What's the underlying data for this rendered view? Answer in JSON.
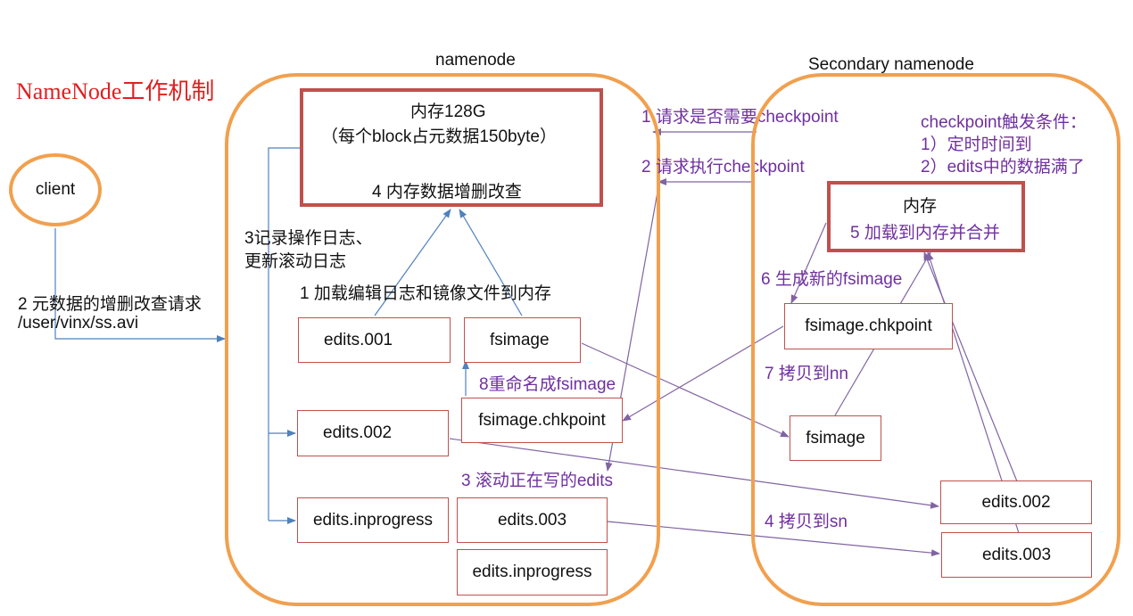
{
  "title": "NameNode工作机制",
  "namenode": {
    "title": "namenode",
    "memory": {
      "line1": "内存128G",
      "line2": "（每个block占元数据150byte）",
      "line3": "4 内存数据增删改查"
    },
    "boxes": {
      "edits001": "edits.001",
      "fsimage": "fsimage",
      "edits002": "edits.002",
      "fsimage_chkpoint": "fsimage.chkpoint",
      "edits_inprogress_left": "edits.inprogress",
      "edits003": "edits.003",
      "edits_inprogress_right": "edits.inprogress"
    },
    "labels": {
      "log_line1": "3记录操作日志、",
      "log_line2": "更新滚动日志",
      "load": "1 加载编辑日志和镜像文件到内存",
      "rename": "8重命名成fsimage",
      "roll": "3 滚动正在写的edits"
    }
  },
  "client": {
    "label": "client",
    "request_line1": "2 元数据的增删改查请求",
    "request_line2": "/user/vinx/ss.avi"
  },
  "secondary": {
    "title": "Secondary namenode",
    "trigger_title": "checkpoint触发条件：",
    "trigger_1": "1）定时时间到",
    "trigger_2": "2）edits中的数据满了",
    "memory": {
      "line1": "内存",
      "line2": "5 加载到内存并合并"
    },
    "boxes": {
      "fsimage_chkpoint": "fsimage.chkpoint",
      "fsimage": "fsimage",
      "edits002": "edits.002",
      "edits003": "edits.003"
    },
    "labels": {
      "gen": "6 生成新的fsimage",
      "copy_nn": "7 拷贝到nn",
      "copy_sn": "4 拷贝到sn"
    }
  },
  "arrows": {
    "ask": "1 请求是否需要checkpoint",
    "exec": "2 请求执行checkpoint"
  },
  "colors": {
    "oval": "#f1a04f",
    "box_border": "#c0504d",
    "blue_line": "#4f81bd",
    "purple_line": "#8064a2",
    "title_red": "#e02020",
    "purple_text": "#7030a0"
  }
}
